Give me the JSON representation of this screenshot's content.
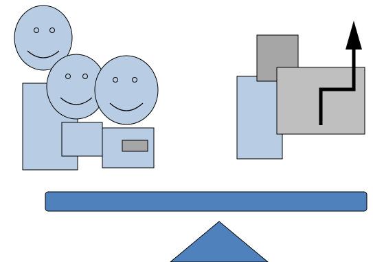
{
  "diagram": {
    "colors": {
      "background": "#ffffff",
      "light_blue": "#b8cce4",
      "medium_blue": "#4f81bd",
      "light_gray": "#bfbfbf",
      "dark_gray": "#a6a6a6",
      "outline": "#000000"
    },
    "left_group": {
      "people_count": 3,
      "icons": [
        "smiley-face-icon",
        "smiley-face-icon",
        "smiley-face-icon",
        "video-camera-icon"
      ]
    },
    "right_group": {
      "icons": [
        "document-stack-icon",
        "growth-arrow-icon"
      ]
    },
    "balance": {
      "icons": [
        "balance-beam",
        "fulcrum-triangle"
      ]
    }
  }
}
